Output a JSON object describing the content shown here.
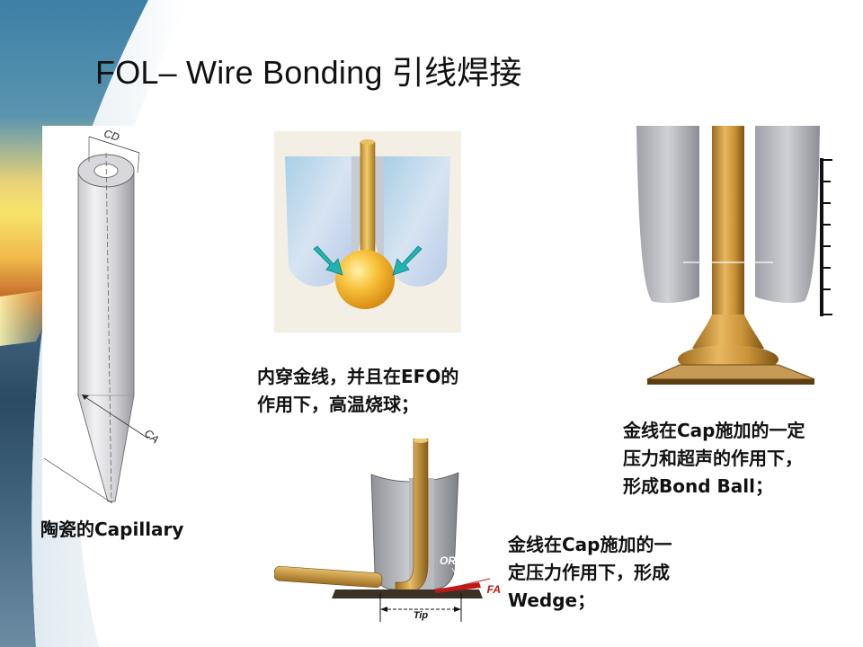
{
  "slide": {
    "title": "FOL– Wire Bonding 引线焊接"
  },
  "capillary": {
    "caption": "陶瓷的Capillary",
    "dim_top": "CD",
    "dim_side": "CA"
  },
  "efo": {
    "caption_line1": "内穿金线，并且在EFO的",
    "caption_line2": "作用下，高温烧球；"
  },
  "bond_ball": {
    "caption_line1": "金线在Cap施加的一定",
    "caption_line2": "压力和超声的作用下，",
    "caption_line3": "形成Bond Ball；"
  },
  "wedge": {
    "caption_line1": "金线在Cap施加的一",
    "caption_line2": "定压力作用下，形成",
    "caption_line3": "Wedge；",
    "label_or": "OR",
    "label_fa": "FA",
    "label_tip": "Tip"
  }
}
